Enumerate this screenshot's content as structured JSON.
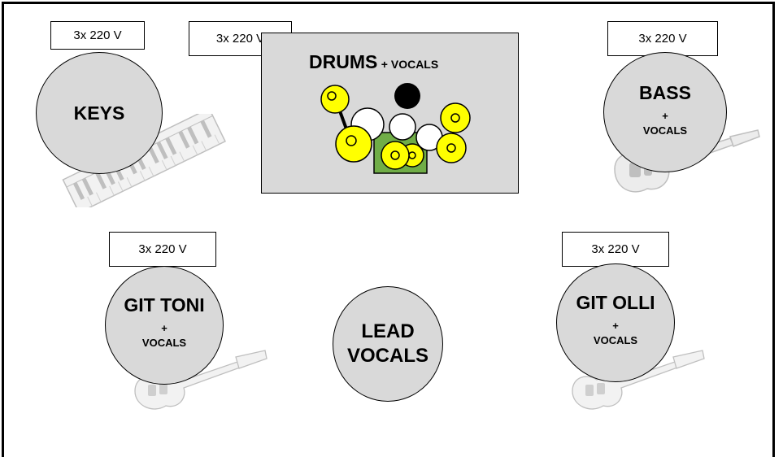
{
  "power_label": "3x 220 V",
  "keys": {
    "title": "KEYS"
  },
  "drums": {
    "title": "DRUMS",
    "suffix": "+ VOCALS"
  },
  "bass": {
    "title": "BASS",
    "plus": "+",
    "vocals": "VOCALS"
  },
  "git_toni": {
    "title": "GIT TONI",
    "plus": "+",
    "vocals": "VOCALS"
  },
  "lead": {
    "line1": "LEAD",
    "line2": "VOCALS"
  },
  "git_olli": {
    "title": "GIT OLLI",
    "plus": "+",
    "vocals": "VOCALS"
  },
  "colors": {
    "circle_fill": "#d9d9d9",
    "cymbal": "#ffff00",
    "drum_riser": "#70ad47"
  }
}
